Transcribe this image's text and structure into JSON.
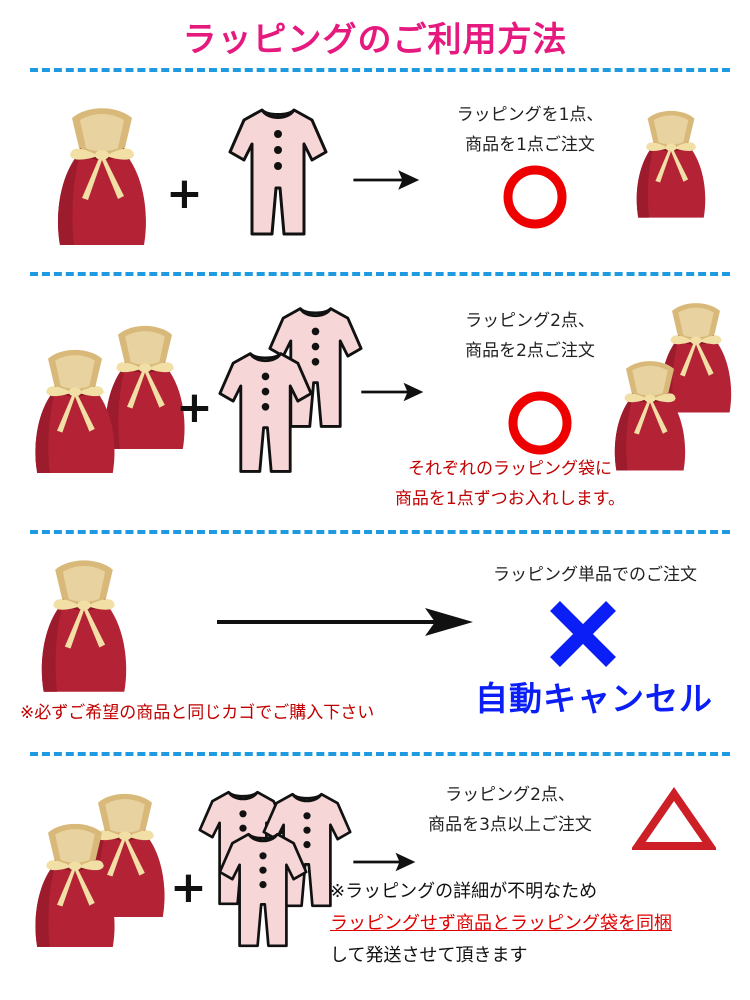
{
  "title": "ラッピングのご利用方法",
  "colors": {
    "title": "#e6197f",
    "divider": "#1e9ae0",
    "bag_red": "#b32335",
    "bag_gold": "#d9b97a",
    "ribbon": "#f1dfa5",
    "suit_pink": "#f6d6d6",
    "ok_circle": "#ee0000",
    "cancel_blue": "#0a1ef5",
    "triangle_red": "#cc1f26"
  },
  "section1": {
    "plus": "+",
    "line1": "ラッピングを1点、",
    "line2": "商品を1点ご注文",
    "mark": "circle"
  },
  "section2": {
    "plus": "+",
    "line1": "ラッピング2点、",
    "line2": "商品を2点ご注文",
    "mark": "circle",
    "red_line1": "それぞれのラッピング袋に",
    "red_line2": "商品を1点ずつお入れします。"
  },
  "section3": {
    "line1": "ラッピング単品でのご注文",
    "mark": "cross",
    "cancel": "自動キャンセル",
    "warning": "※必ずご希望の商品と同じカゴでご購入下さい"
  },
  "section4": {
    "plus": "+",
    "line1": "ラッピング2点、",
    "line2": "商品を3点以上ご注文",
    "mark": "triangle",
    "note1": "※ラッピングの詳細が不明なため",
    "note2": "ラッピングせず商品とラッピング袋を同梱",
    "note3": "して発送させて頂きます"
  }
}
